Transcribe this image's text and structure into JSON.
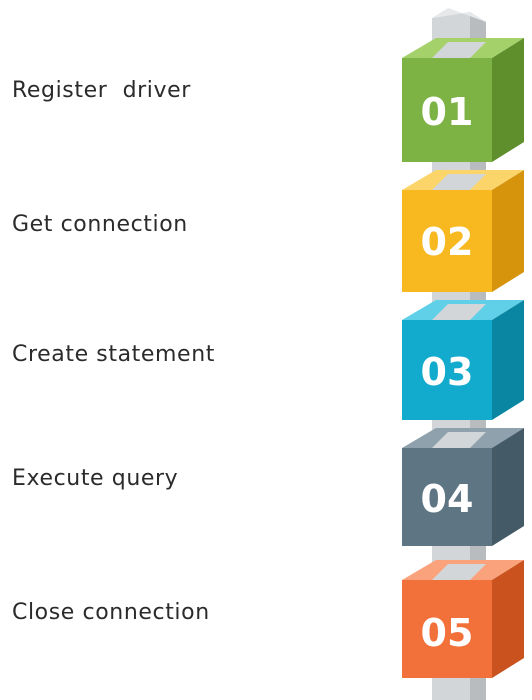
{
  "steps": [
    {
      "number": "01",
      "label": "Register  driver",
      "color": "#7db244"
    },
    {
      "number": "02",
      "label": "Get connection",
      "color": "#f8b820"
    },
    {
      "number": "03",
      "label": "Create statement",
      "color": "#12aacd"
    },
    {
      "number": "04",
      "label": "Execute query",
      "color": "#5e7584"
    },
    {
      "number": "05",
      "label": "Close connection",
      "color": "#f2703a"
    }
  ],
  "pillar_color": "#d9dcdf"
}
